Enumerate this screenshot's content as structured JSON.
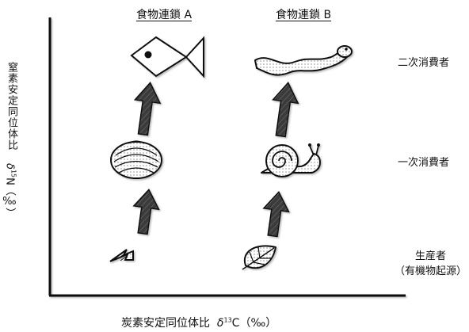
{
  "chains": [
    {
      "title": "食物連鎖 A"
    },
    {
      "title": "食物連鎖 B"
    }
  ],
  "levels": [
    {
      "label": "二次消費者"
    },
    {
      "label": "一次消費者"
    },
    {
      "label": "生産者",
      "sublabel": "（有機物起源）"
    }
  ],
  "axes": {
    "x_label_text": "炭素安定同位体比",
    "x_label_symbol": "δ",
    "x_label_sup": "13",
    "x_label_unit": "C（‰）",
    "y_label_text": "窒素安定同位体比",
    "y_label_symbol": "δ",
    "y_label_sup": "15",
    "y_label_unit": "N（‰）"
  },
  "icons": {
    "chain_a": [
      "fish-icon",
      "clam-icon",
      "algae-icon"
    ],
    "chain_b": [
      "snake-icon",
      "snail-icon",
      "leaf-icon"
    ],
    "arrow": "up-arrow-icon"
  },
  "colors": {
    "axis": "#111111",
    "arrow_fill": "#3a3a3a",
    "icon_stroke": "#111111"
  }
}
